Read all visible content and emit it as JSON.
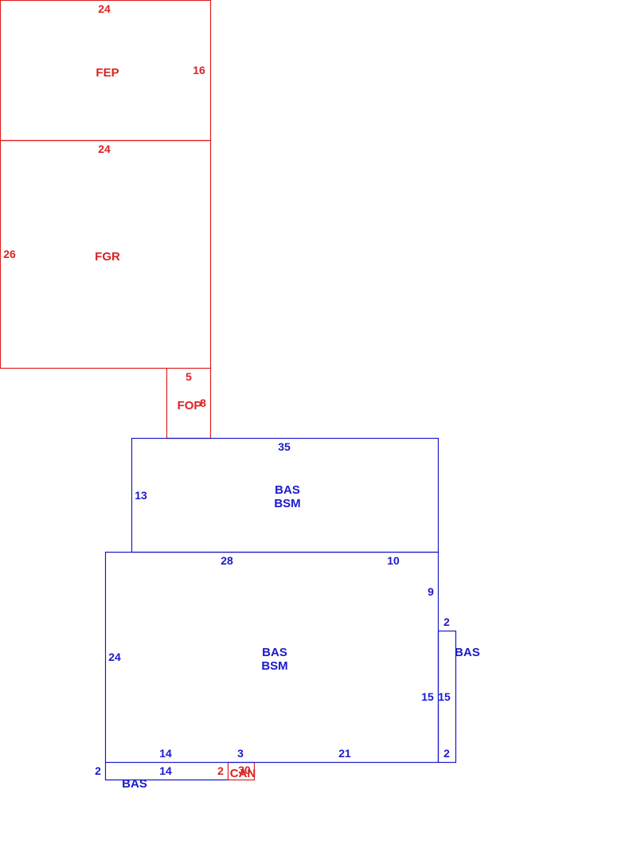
{
  "colors": {
    "garage_porch": "#dd2222",
    "living": "#1a1acc"
  },
  "areas": {
    "fep": {
      "code": "FEP",
      "dim_top": "24",
      "dim_right": "16"
    },
    "fgr": {
      "code": "FGR",
      "dim_top": "24",
      "dim_left": "26"
    },
    "fop": {
      "code": "FOP",
      "dim_top": "5",
      "dim_right": "8"
    },
    "bas_upper": {
      "code": "BAS",
      "sub_code": "BSM",
      "dim_top": "35",
      "dim_left": "13"
    },
    "bas_main": {
      "code": "BAS",
      "sub_code": "BSM",
      "dim_top_left": "28",
      "dim_top_right": "10",
      "dim_right_upper": "9",
      "dim_left": "24",
      "dim_right_lower": "15",
      "dim_bottom_left": "14",
      "dim_bottom_mid": "3",
      "dim_bottom_right": "21"
    },
    "bas_side": {
      "code": "BAS",
      "dim_top": "2",
      "dim_right": "15",
      "dim_bottom": "2"
    },
    "bas_bottom": {
      "code": "BAS",
      "dim_left": "2",
      "dim_bottom": "14"
    },
    "can": {
      "code": "CAN",
      "dim_left": "2",
      "dim_top": "30"
    }
  }
}
